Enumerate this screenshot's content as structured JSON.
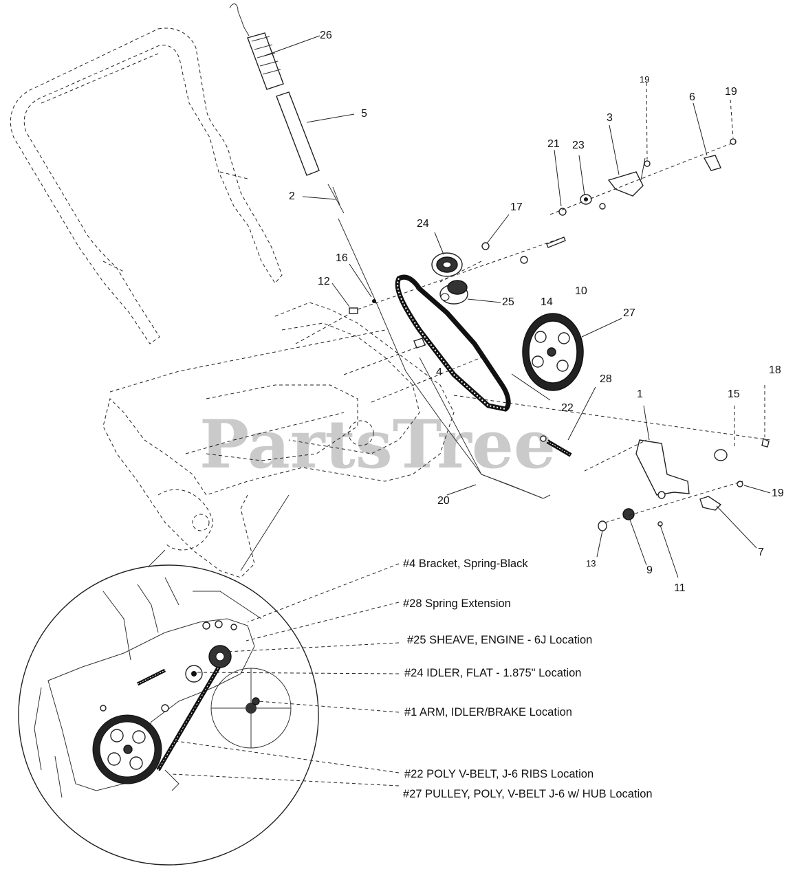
{
  "watermark": "PartsTree",
  "callouts": {
    "c1": "1",
    "c2": "2",
    "c3": "3",
    "c4": "4",
    "c5": "5",
    "c6": "6",
    "c7": "7",
    "c9": "9",
    "c10": "10",
    "c11": "11",
    "c12": "12",
    "c13": "13",
    "c14": "14",
    "c15": "15",
    "c16": "16",
    "c17": "17",
    "c18": "18",
    "c19a": "19",
    "c19b": "19",
    "c19c": "19",
    "c20": "20",
    "c21": "21",
    "c22": "22",
    "c23": "23",
    "c24": "24",
    "c25": "25",
    "c26": "26",
    "c27": "27",
    "c28": "28"
  },
  "legend": {
    "l4": "#4 Bracket, Spring-Black",
    "l28": "#28  Spring Extension",
    "l25": "#25 SHEAVE, ENGINE - 6J  Location",
    "l24": "#24 IDLER, FLAT - 1.875\" Location",
    "l1": "#1 ARM, IDLER/BRAKE Location",
    "l22": "#22 POLY V-BELT, J-6 RIBS Location",
    "l27": "#27 PULLEY, POLY, V-BELT J-6 w/ HUB Location"
  }
}
